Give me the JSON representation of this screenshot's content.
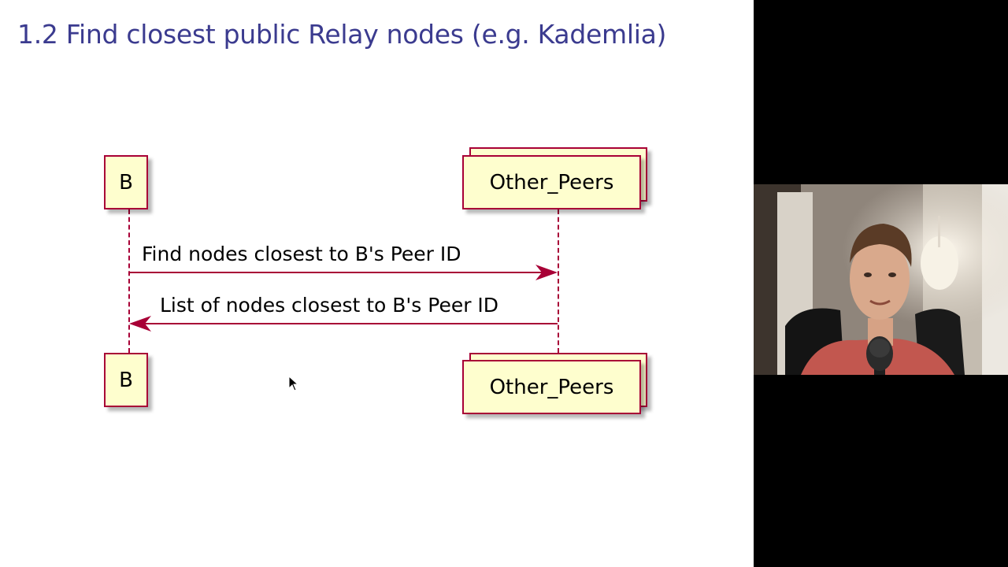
{
  "slide": {
    "title": "1.2 Find closest public Relay nodes (e.g. Kademlia)"
  },
  "diagram": {
    "participants": {
      "b_top": "B",
      "peers_top": "Other_Peers",
      "b_bottom": "B",
      "peers_bottom": "Other_Peers"
    },
    "messages": {
      "request": "Find nodes closest to B's Peer ID",
      "response": "List of nodes closest to B's Peer ID"
    },
    "colors": {
      "border": "#a80036",
      "fill": "#fefece",
      "title": "#3b3b8f"
    }
  },
  "webcam": {
    "icon": "presenter-video-feed"
  }
}
